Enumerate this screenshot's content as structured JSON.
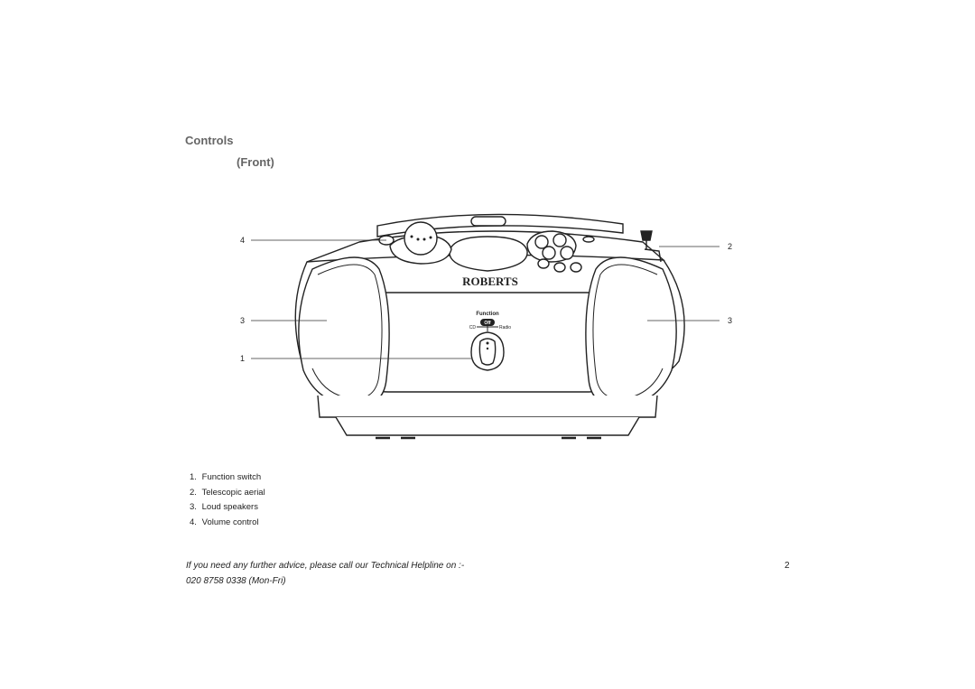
{
  "section": {
    "title": "Controls",
    "view": "(Front)"
  },
  "device": {
    "brand": "ROBERTS",
    "function_label": "Function",
    "switch_positions": {
      "left": "CD",
      "center": "Off",
      "right": "Radio"
    }
  },
  "callouts": {
    "left_top": "4",
    "left_mid": "3",
    "left_low": "1",
    "right_top": "2",
    "right_mid": "3"
  },
  "legend": [
    {
      "num": "1.",
      "label": "Function switch"
    },
    {
      "num": "2.",
      "label": "Telescopic aerial"
    },
    {
      "num": "3.",
      "label": "Loud speakers"
    },
    {
      "num": "4.",
      "label": "Volume control"
    }
  ],
  "footer": {
    "line1": "If you need any further advice, please call our Technical Helpline on :-",
    "line2": "020 8758 0338 (Mon-Fri)"
  },
  "page_number": "2"
}
